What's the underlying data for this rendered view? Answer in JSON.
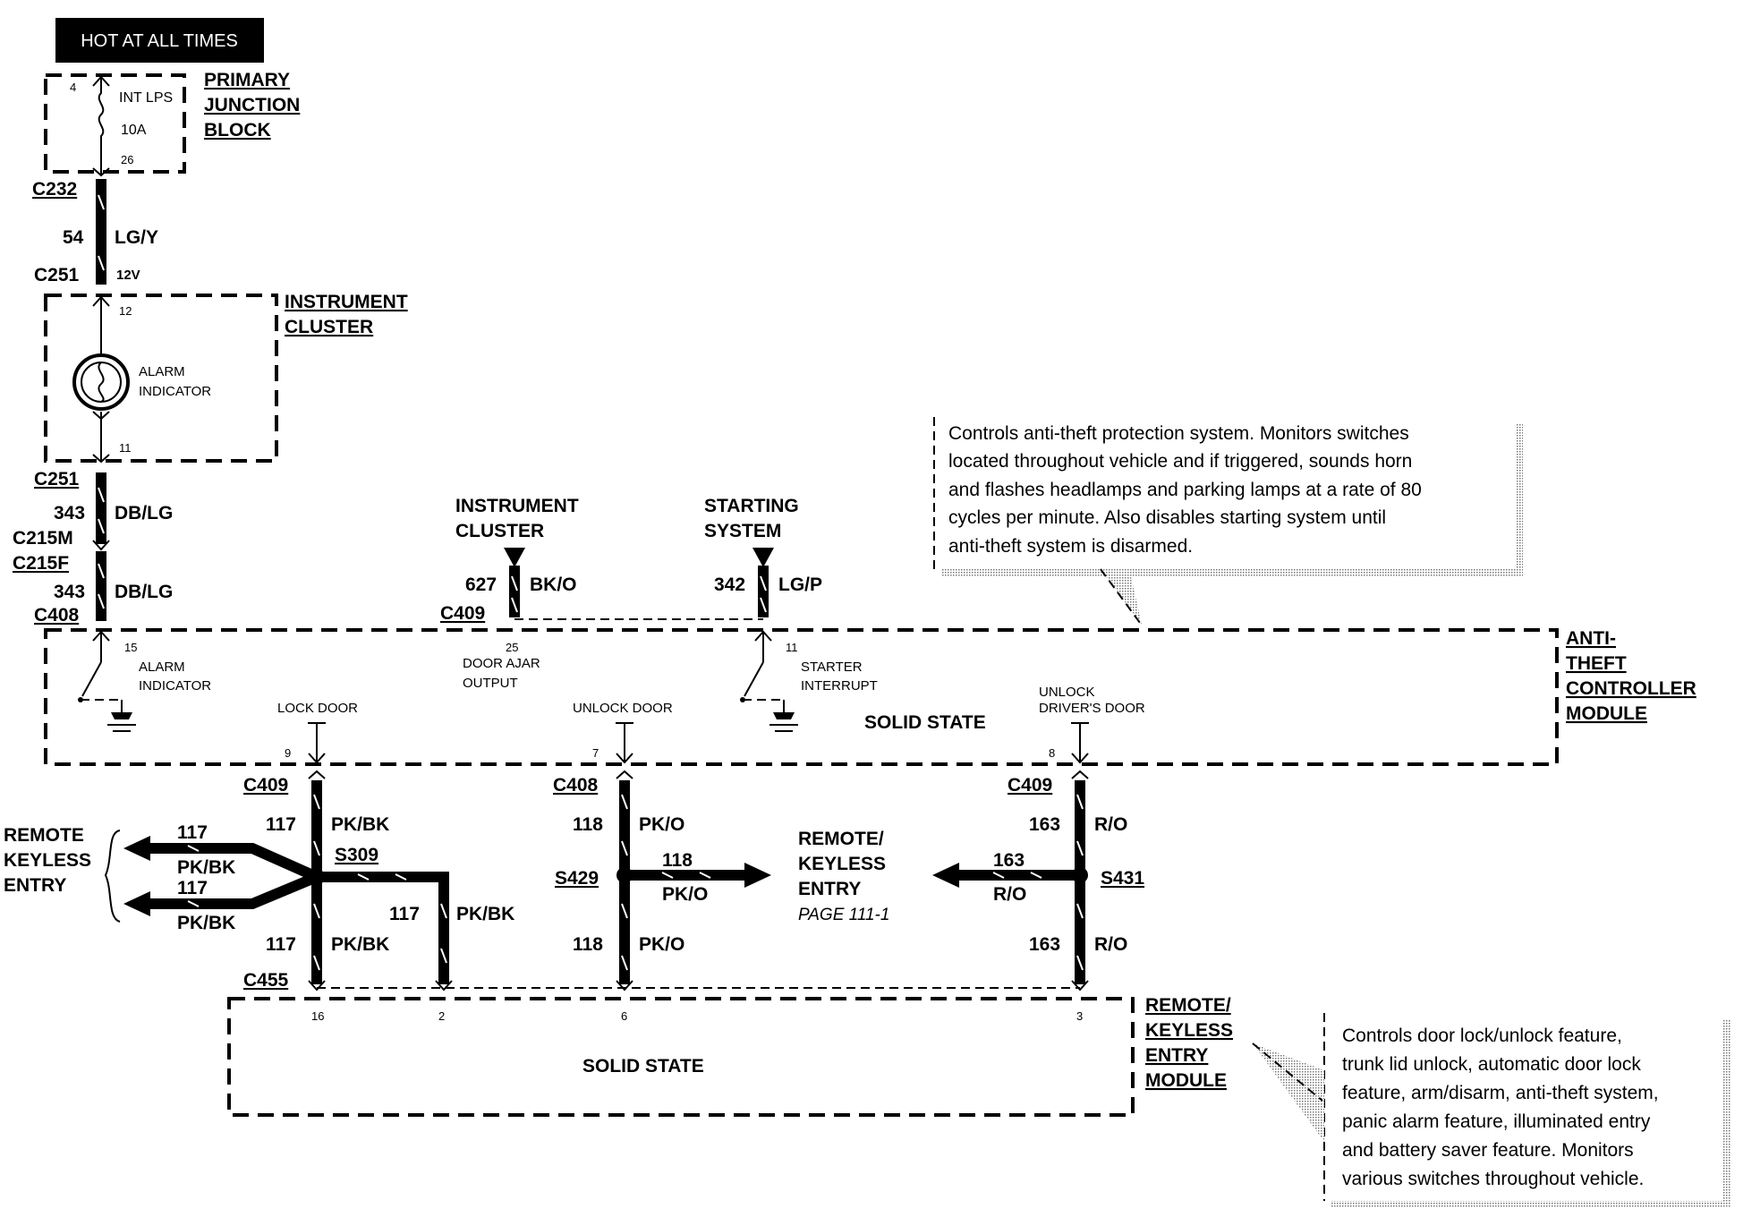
{
  "header": {
    "hot_label": "HOT AT ALL TIMES"
  },
  "primary_junction_block": {
    "title": [
      "PRIMARY",
      "JUNCTION",
      "BLOCK"
    ],
    "pin_top": "4",
    "pin_bottom": "26",
    "fuse_name": "INT LPS",
    "fuse_rating": "10A"
  },
  "connectors": {
    "c232": "C232",
    "c251_top": "C251",
    "c251_bot": "C251",
    "c215m": "C215M",
    "c215f": "C215F",
    "c408_top": "C408",
    "c409_top": "C409",
    "c409_left": "C409",
    "c408_mid": "C408",
    "c409_right": "C409",
    "c455": "C455"
  },
  "wires": {
    "w54": {
      "num": "54",
      "color": "LG/Y",
      "note": "12V"
    },
    "w343a": {
      "num": "343",
      "color": "DB/LG"
    },
    "w343b": {
      "num": "343",
      "color": "DB/LG"
    },
    "w627": {
      "num": "627",
      "color": "BK/O"
    },
    "w342": {
      "num": "342",
      "color": "LG/P"
    },
    "w117_top": {
      "num": "117",
      "color": "PK/BK"
    },
    "w117_a": {
      "num": "117",
      "color": "PK/BK"
    },
    "w117_b": {
      "num": "117",
      "color": "PK/BK"
    },
    "w117_mid": {
      "num": "117",
      "color": "PK/BK"
    },
    "w117_bot": {
      "num": "117",
      "color": "PK/BK"
    },
    "w118_top": {
      "num": "118",
      "color": "PK/O"
    },
    "w118_arrow": {
      "num": "118",
      "color": "PK/O"
    },
    "w118_bot": {
      "num": "118",
      "color": "PK/O"
    },
    "w163_top": {
      "num": "163",
      "color": "R/O"
    },
    "w163_arrow": {
      "num": "163",
      "color": "R/O"
    },
    "w163_bot": {
      "num": "163",
      "color": "R/O"
    }
  },
  "splices": {
    "s309": "S309",
    "s429": "S429",
    "s431": "S431"
  },
  "instrument_cluster": {
    "title": [
      "INSTRUMENT",
      "CLUSTER"
    ],
    "pin_top": "12",
    "pin_bottom": "11",
    "lamp_label": [
      "ALARM",
      "INDICATOR"
    ]
  },
  "external_refs": {
    "instrument_cluster": [
      "INSTRUMENT",
      "CLUSTER"
    ],
    "starting_system": [
      "STARTING",
      "SYSTEM"
    ],
    "remote_keyless_left": [
      "REMOTE",
      "KEYLESS",
      "ENTRY"
    ],
    "remote_keyless_center": [
      "REMOTE/",
      "KEYLESS",
      "ENTRY"
    ],
    "page_ref": "PAGE 111-1"
  },
  "anti_theft_module": {
    "title": [
      "ANTI-",
      "THEFT",
      "CONTROLLER",
      "MODULE"
    ],
    "solid_state": "SOLID STATE",
    "alarm_pin": "15",
    "alarm_label": [
      "ALARM",
      "INDICATOR"
    ],
    "door_ajar_pin": "25",
    "door_ajar_label": [
      "DOOR AJAR",
      "OUTPUT"
    ],
    "starter_pin": "11",
    "starter_label": [
      "STARTER",
      "INTERRUPT"
    ],
    "lock_label": "LOCK DOOR",
    "lock_pin": "9",
    "unlock_label": "UNLOCK DOOR",
    "unlock_pin": "7",
    "unlock_drv_label": [
      "UNLOCK",
      "DRIVER'S DOOR"
    ],
    "unlock_drv_pin": "8"
  },
  "remote_keyless_module": {
    "title": [
      "REMOTE/",
      "KEYLESS",
      "ENTRY",
      "MODULE"
    ],
    "solid_state": "SOLID STATE",
    "pins": [
      "16",
      "2",
      "6",
      "3"
    ]
  },
  "notes": {
    "anti_theft": [
      "Controls anti-theft protection system.  Monitors switches",
      "located throughout vehicle and if triggered, sounds horn",
      "and flashes headlamps and parking lamps at a rate of 80",
      "cycles per minute.  Also disables starting system until",
      "anti-theft system is disarmed."
    ],
    "remote_keyless": [
      "Controls door lock/unlock feature,",
      "trunk lid unlock, automatic door lock",
      "feature, arm/disarm, anti-theft system,",
      "panic alarm feature, illuminated entry",
      "and battery saver feature.  Monitors",
      "various switches throughout vehicle."
    ]
  }
}
